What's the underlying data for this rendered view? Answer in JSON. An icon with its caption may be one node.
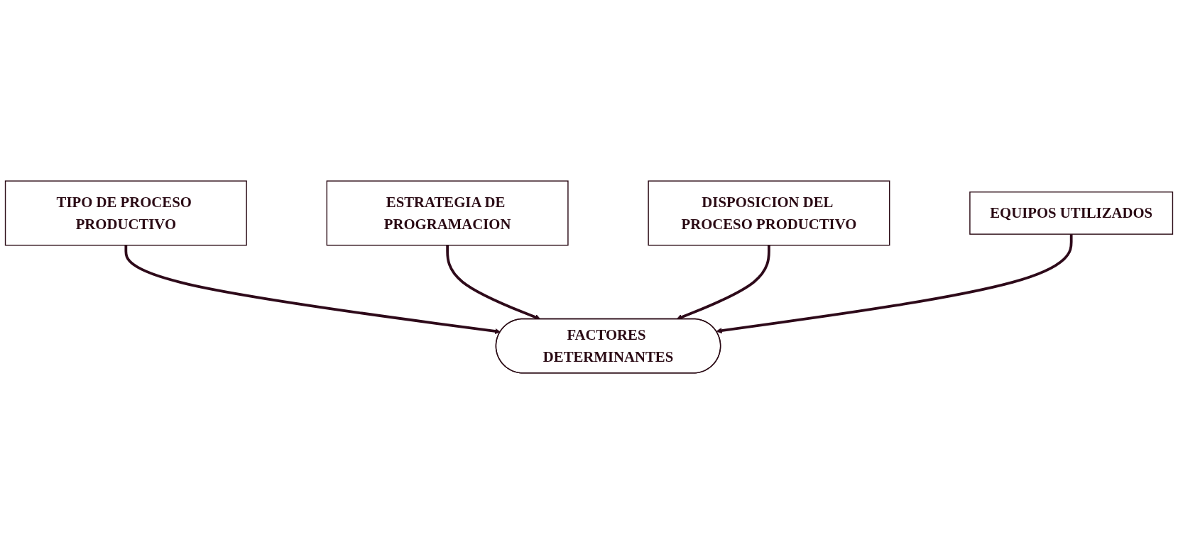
{
  "diagram": {
    "nodes": [
      {
        "text": [
          "TIPO DE PROCESO PRODUCTIVO"
        ]
      },
      {
        "text": [
          "ESTRATEGIA DE PROGRAMACION"
        ]
      },
      {
        "text": [
          "FACTORES DETERMINANTES"
        ]
      },
      {
        "text": [
          "DISPOSICION DEL PROCESO PRODUCTIVO"
        ]
      },
      {
        "text": [
          "EQUIPOS UTILIZADOS"
        ]
      }
    ],
    "edges": [
      {
        "from": 0,
        "to": 2,
        "arrow": "to"
      },
      {
        "from": 1,
        "to": 2,
        "arrow": "to"
      },
      {
        "from": 3,
        "to": 2,
        "arrow": "to"
      },
      {
        "from": 4,
        "to": 2,
        "arrow": "to"
      }
    ]
  }
}
